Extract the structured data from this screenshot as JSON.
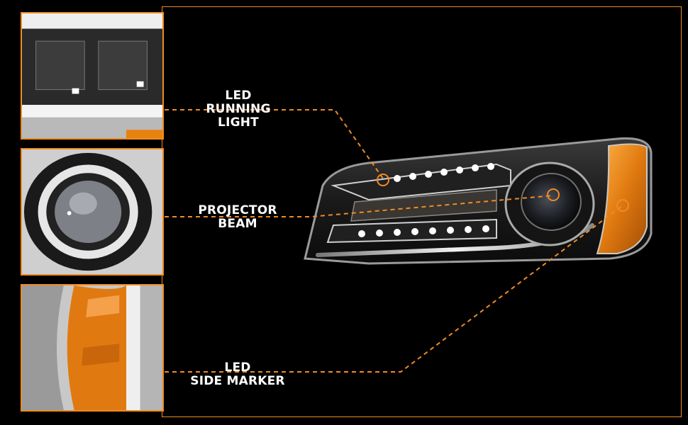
{
  "callouts": [
    {
      "lines": [
        "LED",
        "RUNNING",
        "LIGHT"
      ]
    },
    {
      "lines": [
        "PROJECTOR",
        "BEAM"
      ]
    },
    {
      "lines": [
        "LED",
        "SIDE MARKER"
      ]
    }
  ],
  "colors": {
    "accent": "#f08a24",
    "amber": "#e8820f",
    "chrome": "#c9c9c9",
    "background": "#000000"
  }
}
